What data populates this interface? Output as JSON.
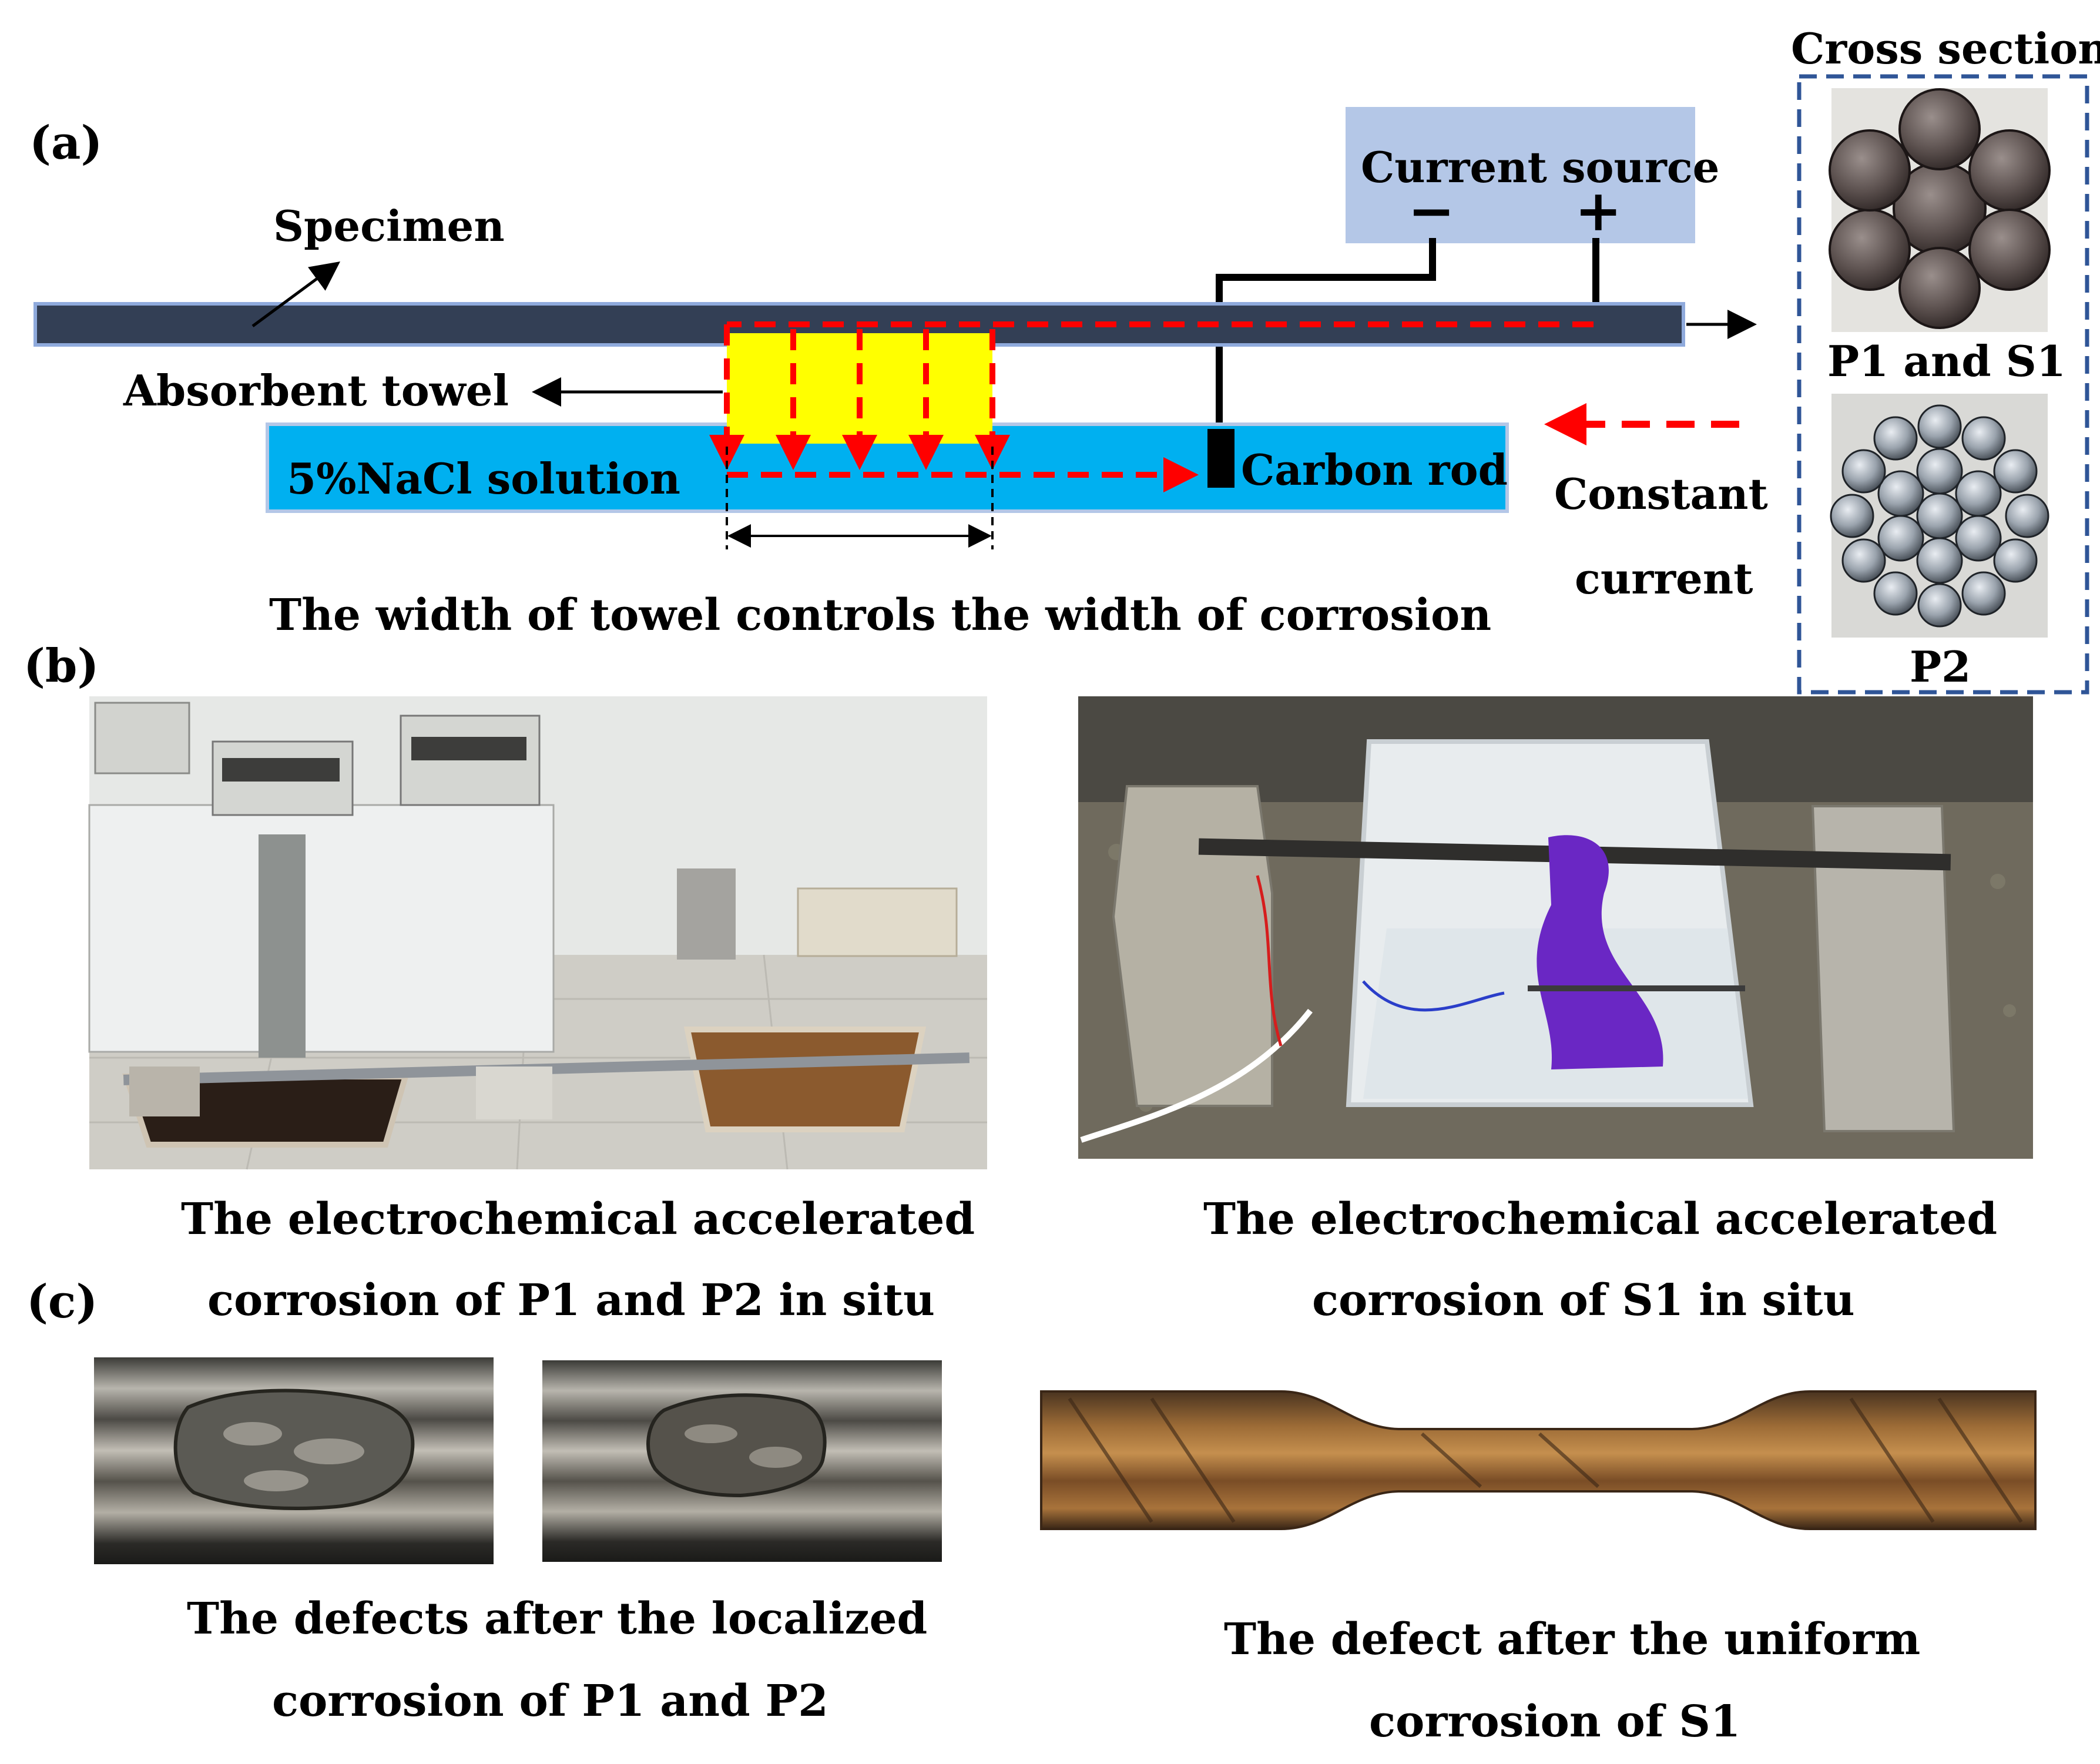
{
  "panel_a": {
    "label": "(a)",
    "current_source": "Current source",
    "minus": "−",
    "plus": "+",
    "specimen": "Specimen",
    "absorbent_towel": "Absorbent towel",
    "solution": "5%NaCl solution",
    "carbon_rod": "Carbon rod",
    "constant_current_line1": "Constant",
    "constant_current_line2": "current",
    "towel_width_caption": "The width of towel controls the width of corrosion",
    "cross_section_title": "Cross section",
    "p1s1_label": "P1 and S1",
    "p2_label": "P2"
  },
  "panel_b": {
    "label": "(b)",
    "left_caption_line1": "The electrochemical accelerated",
    "left_caption_line2": "corrosion of P1 and P2 in situ",
    "right_caption_line1": "The electrochemical accelerated",
    "right_caption_line2": "corrosion of S1 in situ"
  },
  "panel_c": {
    "label": "(c)",
    "left_caption_line1": "The defects after the localized",
    "left_caption_line2": "corrosion of P1 and P2",
    "right_caption_line1": "The defect after the uniform",
    "right_caption_line2": "corrosion of S1"
  },
  "colors": {
    "specimen_bar": "#333f55",
    "current_source_box": "#b4c7e7",
    "solution": "#00b0f0",
    "towel": "#ffff00",
    "current_arrow": "#ff0000",
    "cross_section_border": "#2f5597"
  }
}
